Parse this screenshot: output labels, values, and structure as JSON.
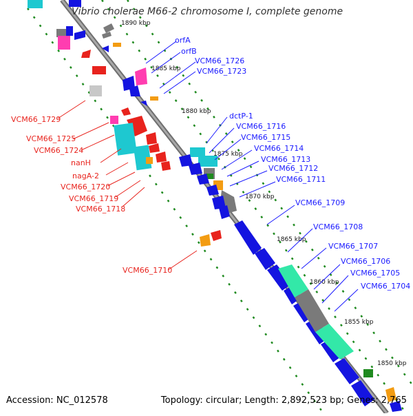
{
  "title": "Vibrio cholerae M66-2 chromosome I, complete genome",
  "accession": "Accession: NC_012578",
  "summary": "Topology: circular; Length: 2,892,523 bp; Genes: 2,765",
  "colors": {
    "backbone": "#9a9a9a",
    "forward_gene": "#e8231d",
    "reverse_gene": "#1414e0",
    "cyan_feature": "#1ec8d0",
    "mint_feature": "#33e8a8",
    "gray_feature": "#7a7a7a",
    "orange_feature": "#f39c12",
    "green_feature": "#1f8a1f",
    "magenta_feature": "#ff3db0",
    "label_forward": "#e8231d",
    "label_reverse": "#1a1aff"
  },
  "ruler": [
    "1890 kbp",
    "1885 kbp",
    "1880 kbp",
    "1875 kbp",
    "1870 kbp",
    "1865 kbp",
    "1860 kbp",
    "1855 kbp",
    "1850 kbp"
  ],
  "reverse_labels": [
    "orfA",
    "orfB",
    "VCM66_1726",
    "VCM66_1723",
    "dctP-1",
    "VCM66_1716",
    "VCM66_1715",
    "VCM66_1714",
    "VCM66_1713",
    "VCM66_1712",
    "VCM66_1711",
    "VCM66_1709",
    "VCM66_1708",
    "VCM66_1707",
    "VCM66_1706",
    "VCM66_1705",
    "VCM66_1704"
  ],
  "forward_labels": [
    "VCM66_1729",
    "VCM66_1725",
    "VCM66_1724",
    "nanH",
    "nagA-2",
    "VCM66_1720",
    "VCM66_1719",
    "VCM66_1718",
    "VCM66_1710"
  ]
}
